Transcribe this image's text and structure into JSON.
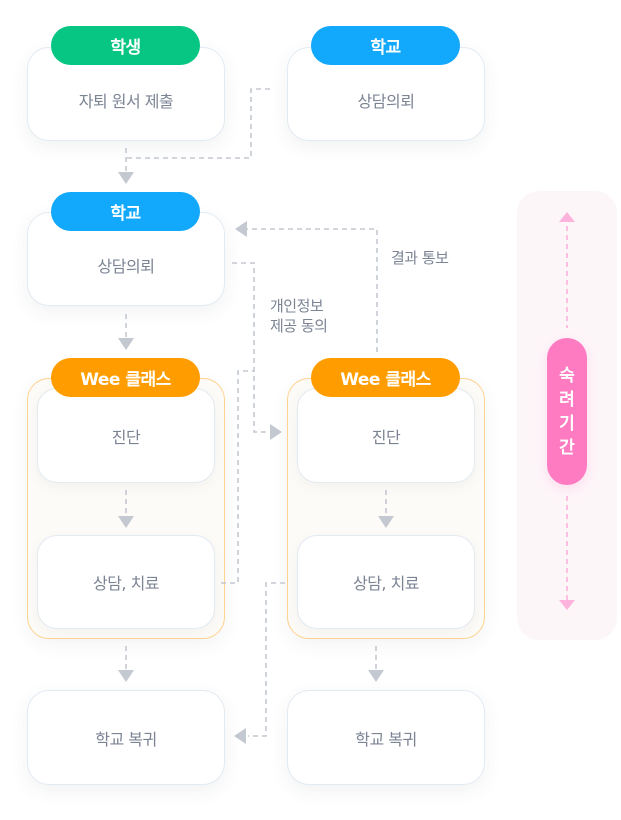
{
  "colors": {
    "student": "#07c684",
    "school": "#12a8fb",
    "wee_class": "#ff9d00",
    "period": "#fe7bc2",
    "connector": "#c3c8d1",
    "text": "#7c8494"
  },
  "left_column": {
    "step1": {
      "badge": "학생",
      "label": "자퇴 원서 제출"
    },
    "step2": {
      "badge": "학교",
      "label": "상담의뢰"
    },
    "wee_group": {
      "badge": "Wee 클래스",
      "diagnosis": "진단",
      "counseling": "상담, 치료"
    },
    "return": {
      "label": "학교 복귀"
    }
  },
  "right_column": {
    "step1": {
      "badge": "학교",
      "label": "상담의뢰"
    },
    "wee_group": {
      "badge": "Wee 클래스",
      "diagnosis": "진단",
      "counseling": "상담, 치료"
    },
    "return": {
      "label": "학교 복귀"
    }
  },
  "notes": {
    "consent_line1": "개인정보",
    "consent_line2": "제공 동의",
    "result_notice": "결과 통보"
  },
  "period": {
    "chars": [
      "숙",
      "려",
      "기",
      "간"
    ]
  }
}
